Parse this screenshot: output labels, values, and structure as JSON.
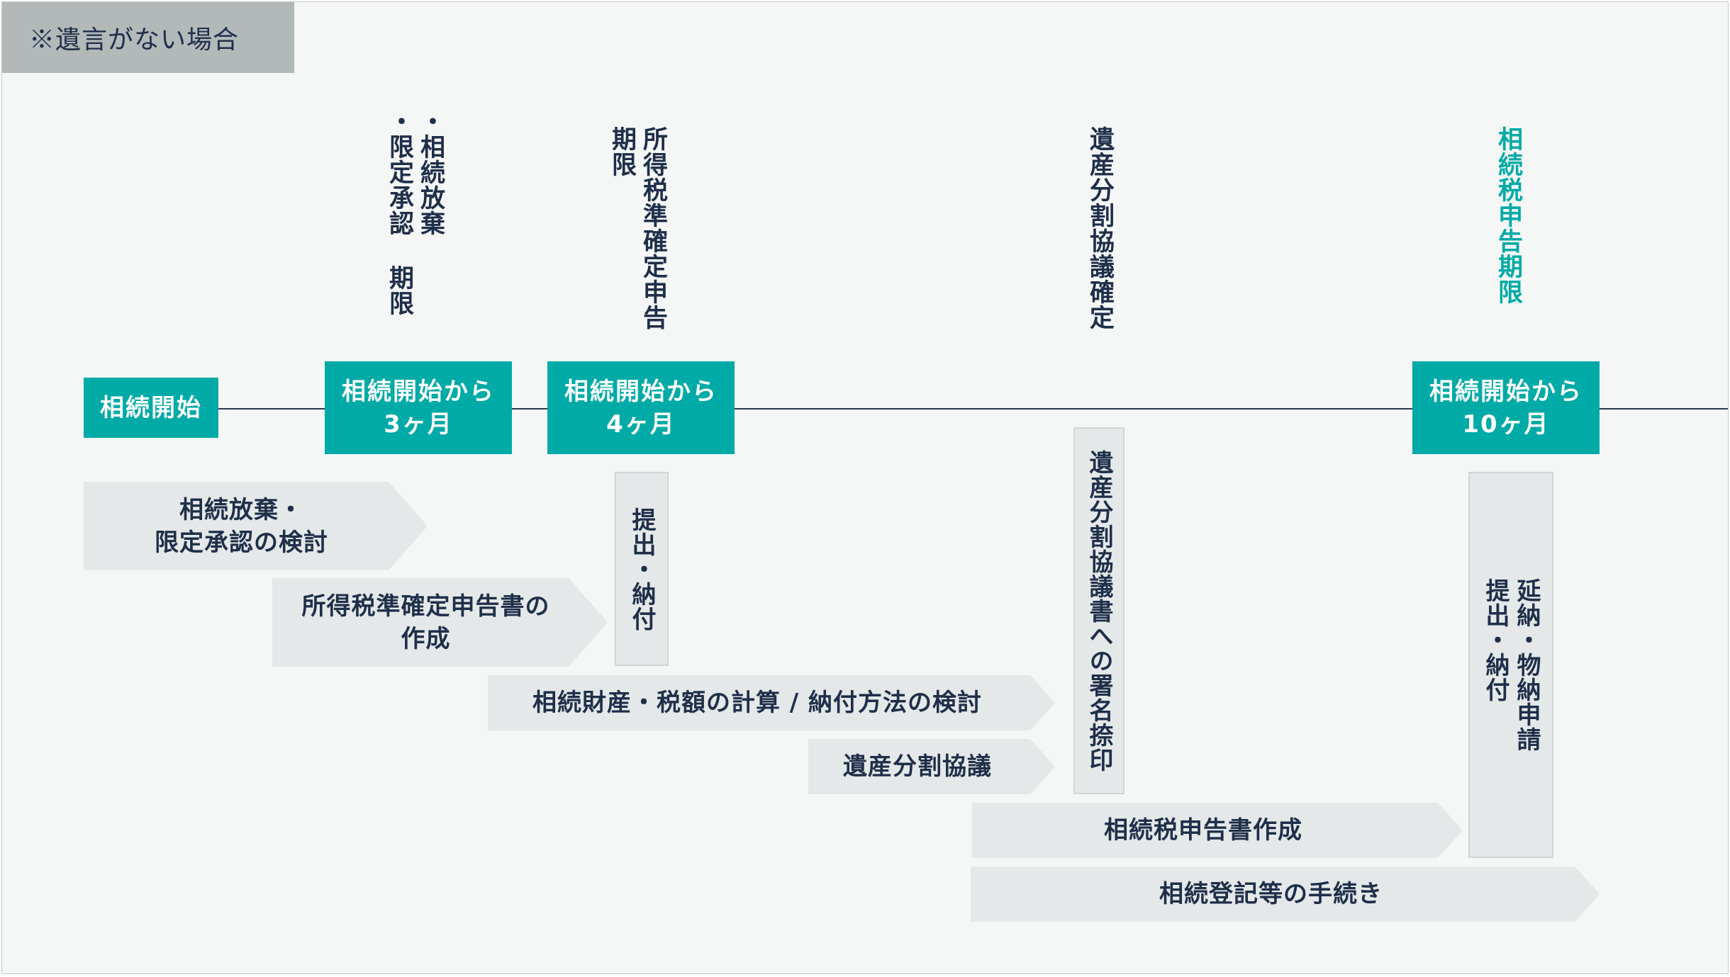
{
  "note": "※遺言がない場合",
  "milestones": [
    {
      "label": "相続開始"
    },
    {
      "label": "相続開始から\n3ヶ月"
    },
    {
      "label": "相続開始から\n4ヶ月"
    },
    {
      "label": "相続開始から\n10ヶ月"
    }
  ],
  "deadlines": [
    {
      "label": "・相続放棄\n・限定承認 期限"
    },
    {
      "label": "所得税準確定申告\n期限"
    },
    {
      "label": "遺産分割協議確定"
    },
    {
      "label": "相続税申告期限"
    }
  ],
  "tasks": [
    {
      "label": "相続放棄・\n限定承認の検討"
    },
    {
      "label": "所得税準確定申告書の\n作成"
    },
    {
      "label": "相続財産・税額の計算 / 納付方法の検討"
    },
    {
      "label": "遺産分割協議"
    },
    {
      "label": "相続税申告書作成"
    },
    {
      "label": "相続登記等の手続き"
    }
  ],
  "vertical_boxes": [
    {
      "label": "提出・納付"
    },
    {
      "label": "遺産分割協議書への署名捺印"
    },
    {
      "label": "延納・物納申請\n提出・納付"
    }
  ],
  "colors": {
    "accent": "#00aaa6",
    "navy": "#1f2f4a",
    "task_fill": "#e4e8e8",
    "note_fill": "#b3b9b9"
  }
}
